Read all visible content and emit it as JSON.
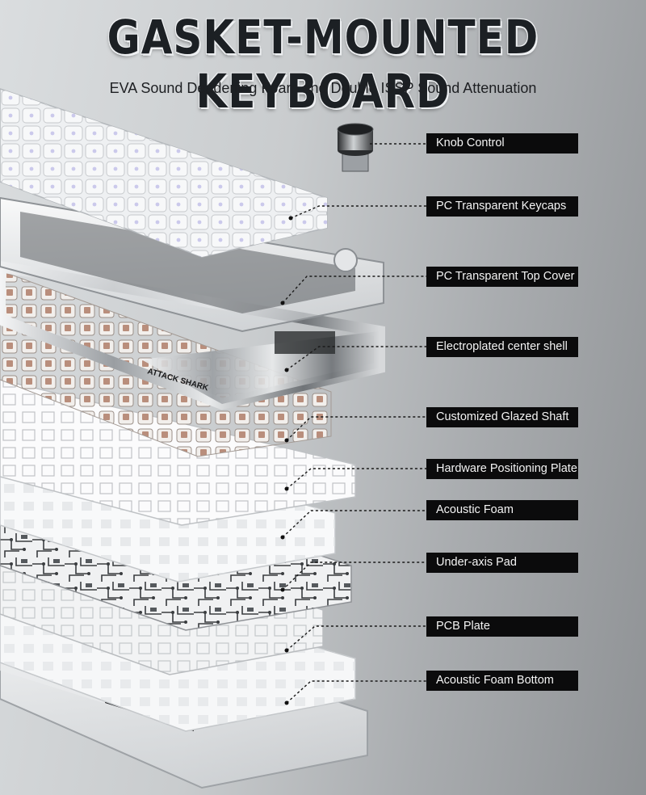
{
  "header": {
    "title": "GASKET-MOUNTED KEYBOARD",
    "subtitle": "EVA Sound Deadening Foam and Double ISSP Sound Attenuation"
  },
  "labels": [
    "Knob Control",
    "PC Transparent Keycaps",
    "PC Transparent Top Cover",
    "Electroplated center shell",
    "Customized Glazed Shaft",
    "Hardware Positioning Plate",
    "Acoustic Foam",
    "Under-axis Pad",
    "PCB Plate",
    "Acoustic Foam Bottom"
  ],
  "brand_mark": "ATTACK SHARK",
  "colors": {
    "label_bg": "#0b0b0c",
    "label_text": "#f4f4f4",
    "title": "#1c2024"
  }
}
